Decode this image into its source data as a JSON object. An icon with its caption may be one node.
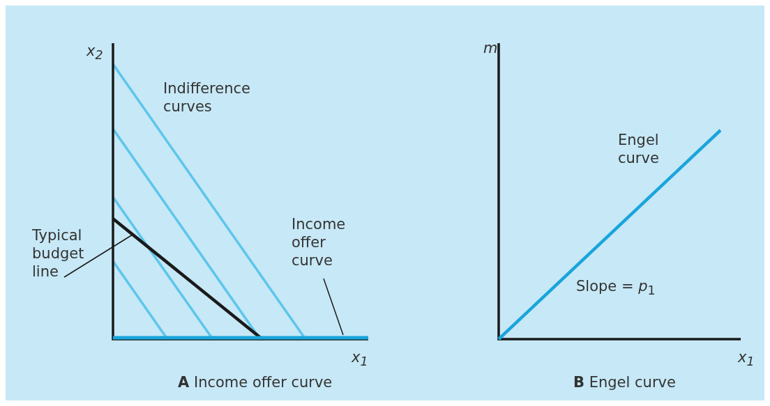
{
  "diagram": {
    "nodes": [
      {
        "text": [
          "Typical budget line"
        ]
      },
      {
        "text": [],
        "shape": "line"
      },
      {
        "text": [
          "Income offer curve"
        ]
      },
      {
        "text": [],
        "shape": "line"
      }
    ],
    "edges": [
      {
        "from": 0,
        "to": 1,
        "arrow": "none"
      },
      {
        "from": 2,
        "to": 3,
        "arrow": "none"
      }
    ],
    "labels": [
      "x$_{2}$",
      "Indifference curves",
      "x$_{1}$",
      "**A** Income offer curve",
      "m",
      "Engel curve",
      "Slope = *p*$_{1}$",
      "x$_{1}$",
      "**B** Engel curve"
    ]
  }
}
